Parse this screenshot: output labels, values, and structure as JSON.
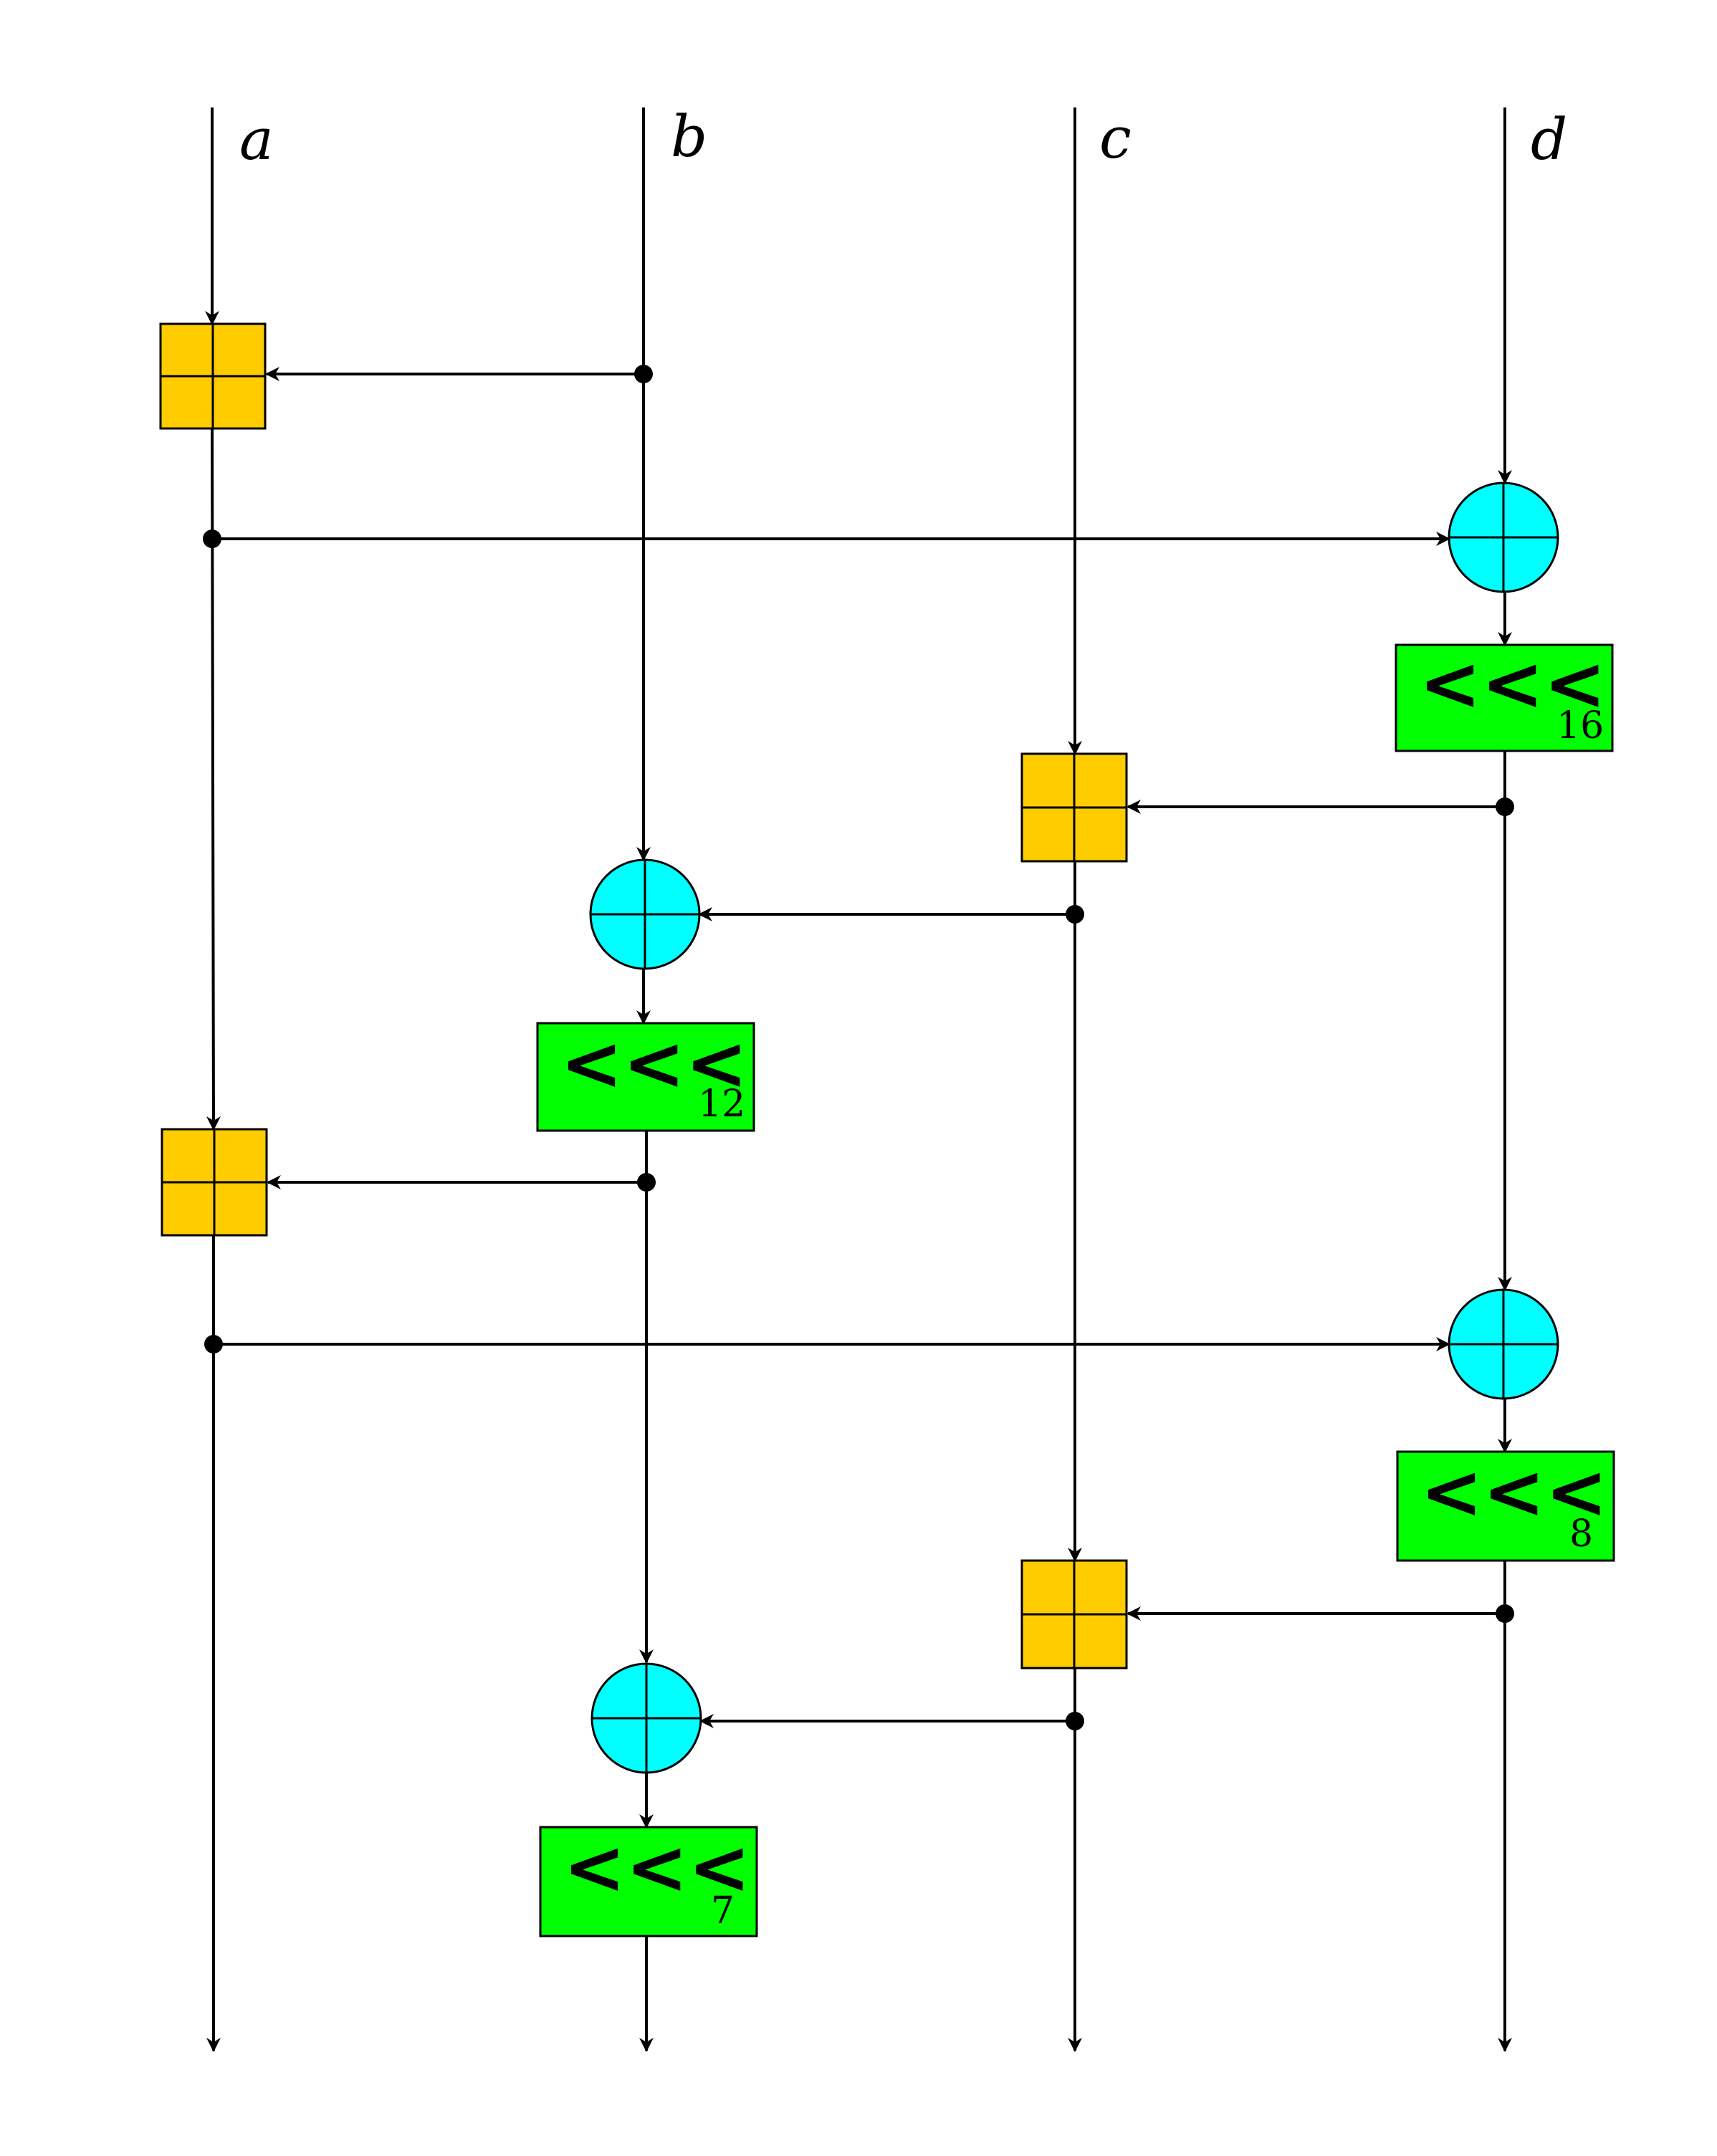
{
  "lanes": [
    {
      "id": "a",
      "label": "a"
    },
    {
      "id": "b",
      "label": "b"
    },
    {
      "id": "c",
      "label": "c"
    },
    {
      "id": "d",
      "label": "d"
    }
  ],
  "operations": {
    "add": {
      "name": "modular-add",
      "fill": "#FFCC00"
    },
    "xor": {
      "name": "xor",
      "fill": "#00FFFF"
    },
    "rotate": {
      "name": "rotate-left",
      "fill": "#00FF00",
      "symbol": "<<<"
    }
  },
  "rotations": [
    {
      "lane": "d",
      "amount": "16"
    },
    {
      "lane": "b",
      "amount": "12"
    },
    {
      "lane": "d",
      "amount": "8"
    },
    {
      "lane": "b",
      "amount": "7"
    }
  ],
  "colors": {
    "line": "#000000",
    "add": "#FFCC00",
    "xor": "#00FFFF",
    "rotate": "#00FF00"
  }
}
